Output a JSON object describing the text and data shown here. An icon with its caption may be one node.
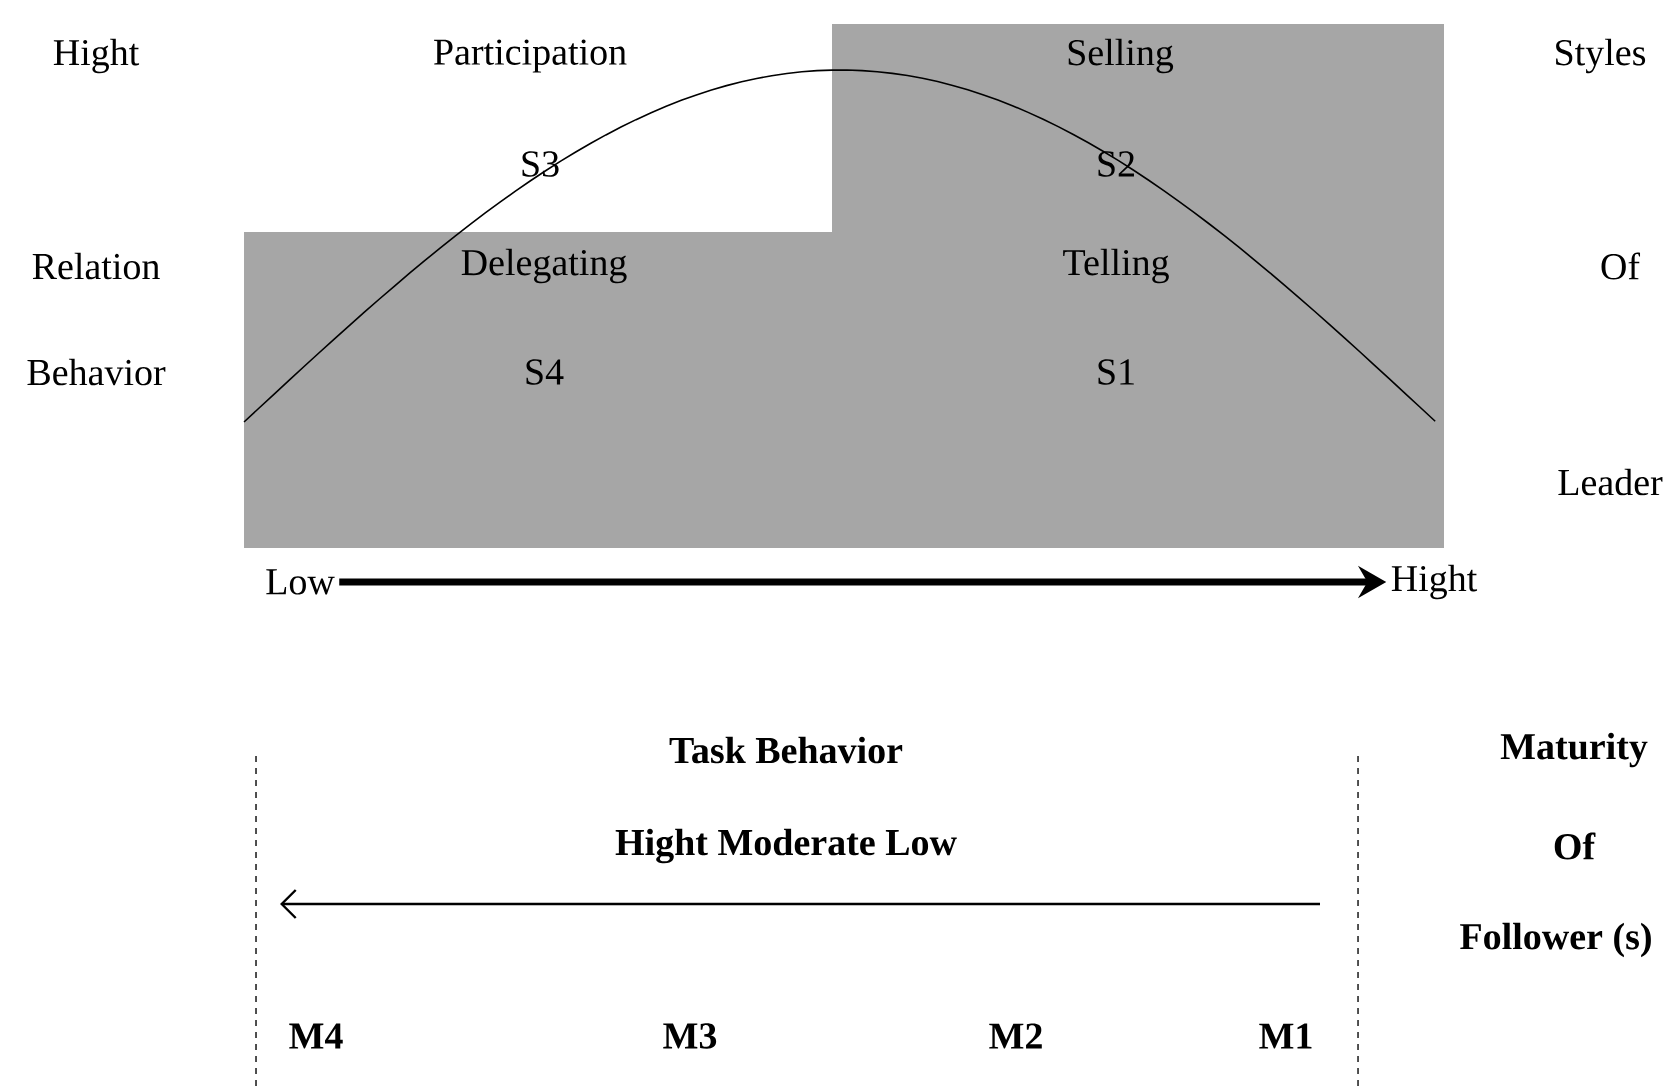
{
  "diagram": {
    "nodes": [
      {
        "text": [
          "Low"
        ]
      },
      {
        "text": [
          "Hight"
        ]
      }
    ],
    "edges": [
      {
        "from": 0,
        "to": 1,
        "arrow": "to"
      }
    ],
    "labels": [
      "Hight",
      "Participation",
      "Selling",
      "Styles",
      "S3",
      "S2",
      "Relation",
      "Delegating",
      "Telling",
      "Of",
      "Behavior",
      "S4",
      "S1",
      "Leader",
      "Task Behavior",
      "Maturity",
      "Hight Moderate Low",
      "Of",
      "Follower (s)",
      "M4",
      "M3",
      "M2",
      "M1"
    ]
  }
}
